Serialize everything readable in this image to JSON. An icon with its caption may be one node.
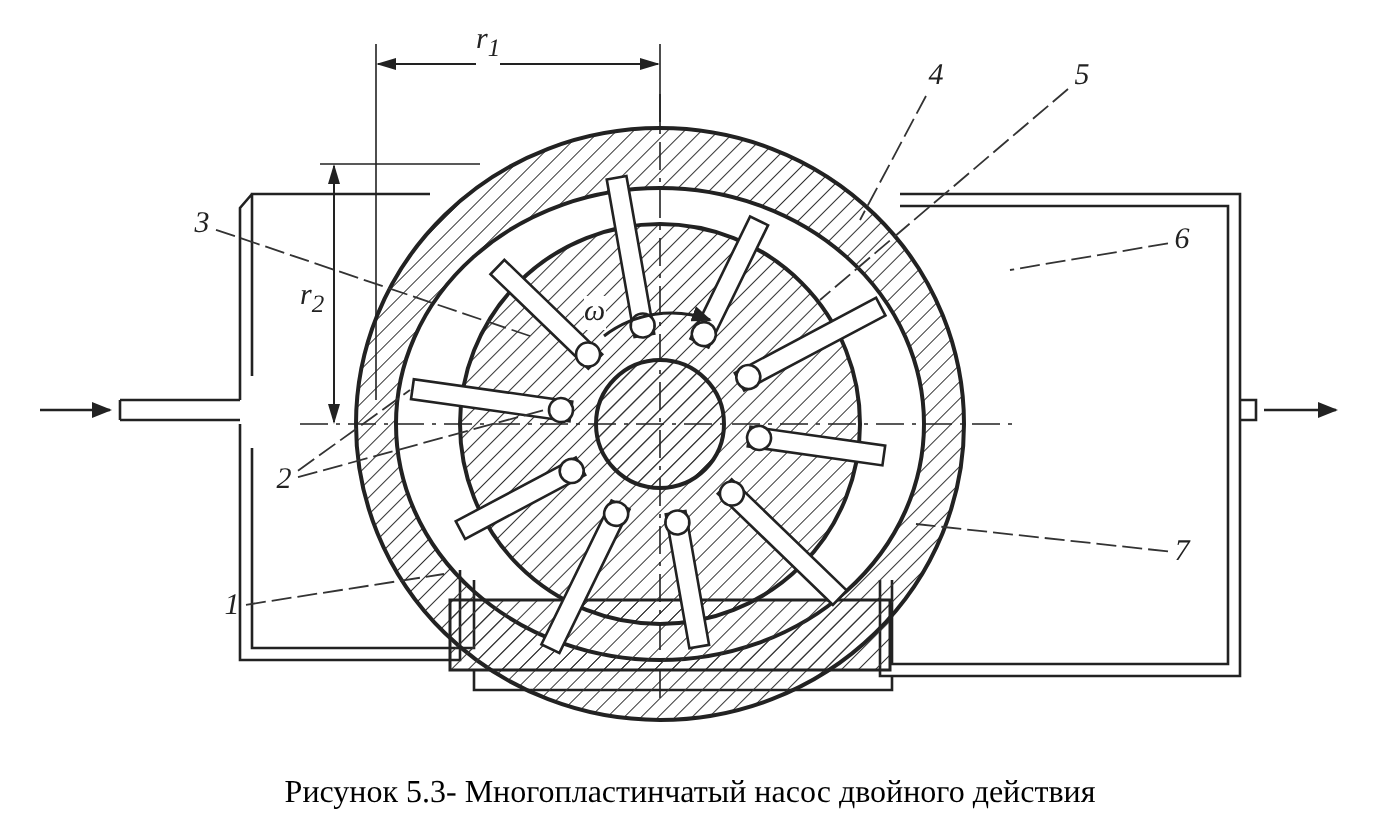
{
  "diagram": {
    "caption": "Рисунок 5.3- Многопластинчатый насос двойного действия",
    "nodes": [
      {
        "text": [
          "3"
        ]
      },
      {
        "text": [
          "2"
        ]
      },
      {
        "text": [
          "1"
        ]
      },
      {
        "text": [
          "4"
        ]
      },
      {
        "text": [
          "5"
        ]
      },
      {
        "text": [
          "6"
        ]
      },
      {
        "text": [
          "7"
        ]
      }
    ],
    "edges": [
      {
        "from": 0,
        "to": null,
        "arrow": "none"
      },
      {
        "from": 1,
        "to": null,
        "arrow": "none"
      },
      {
        "from": 1,
        "to": null,
        "arrow": "none"
      },
      {
        "from": 2,
        "to": null,
        "arrow": "none"
      },
      {
        "from": 3,
        "to": null,
        "arrow": "none"
      },
      {
        "from": 4,
        "to": null,
        "arrow": "none"
      },
      {
        "from": 5,
        "to": null,
        "arrow": "none"
      },
      {
        "from": 6,
        "to": null,
        "arrow": "none"
      }
    ],
    "labels": [
      "r$_{1}$",
      "r$_{2}$",
      "ω"
    ]
  }
}
